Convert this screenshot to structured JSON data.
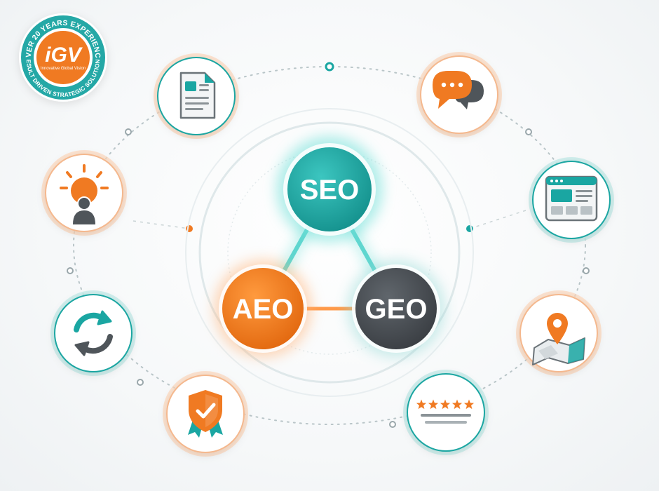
{
  "logo": {
    "brand": "iGV",
    "tagline": "Innovative Global Vision",
    "ring_top": "OVER 20 YEARS EXPERIENCE",
    "ring_bottom": "RESULT DRIVEN STRATEGIC SOLUTIONS"
  },
  "hubs": {
    "seo": "SEO",
    "aeo": "AEO",
    "geo": "GEO"
  },
  "colors": {
    "teal": "#1aa6a2",
    "orange": "#f07a22",
    "charcoal": "#4a4f54",
    "logo_teal": "#24a8a6"
  },
  "icons": [
    "document-icon",
    "chat-bubbles-icon",
    "web-layout-icon",
    "map-pin-icon",
    "star-review-icon",
    "shield-badge-icon",
    "refresh-icon",
    "lightbulb-user-icon"
  ]
}
